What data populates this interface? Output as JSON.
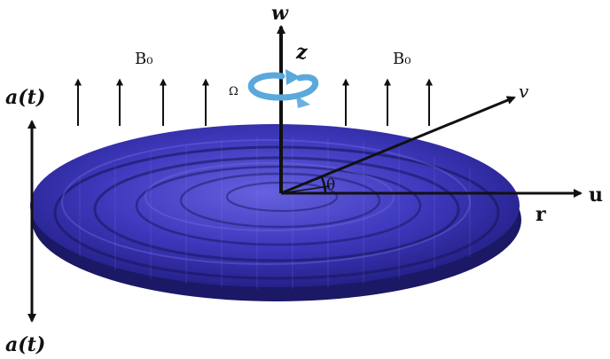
{
  "labels": {
    "a_top": "a(t)",
    "a_bottom": "a(t)",
    "w": "w",
    "z": "z",
    "omega": "Ω",
    "b0_left": "B₀",
    "b0_right": "B₀",
    "v": "v",
    "u": "u",
    "r": "r",
    "theta": "θ"
  },
  "colors": {
    "disk_fill": "#3a36b8",
    "disk_dark": "#15134a",
    "disk_light": "#5b57d6",
    "rotation_arrow": "#5aa8dc",
    "ink": "#111111"
  },
  "icons": {
    "rotation": "curved-rotation-arrow-icon",
    "field": "up-arrow-icon"
  }
}
